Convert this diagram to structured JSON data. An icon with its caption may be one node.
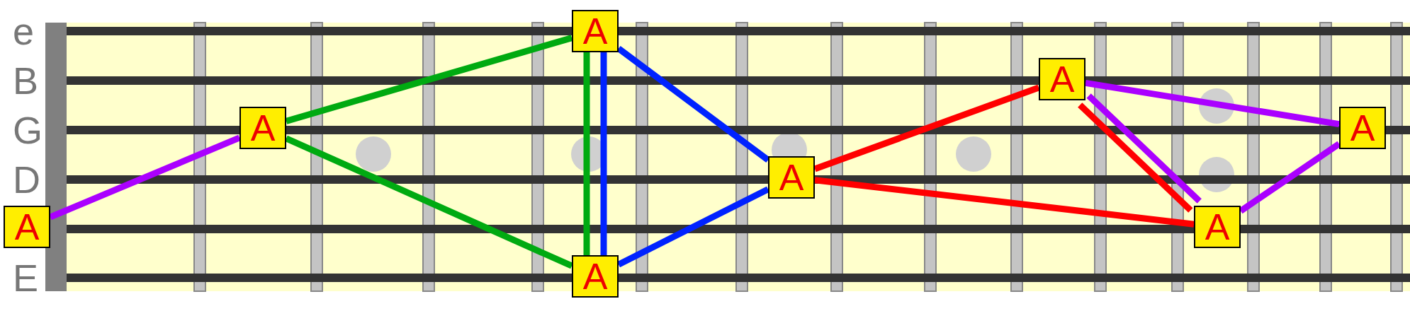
{
  "diagram": {
    "nodes": [
      {
        "text": [
          "A"
        ]
      },
      {
        "text": [
          "A"
        ]
      },
      {
        "text": [
          "A"
        ]
      },
      {
        "text": [
          "A"
        ]
      },
      {
        "text": [
          "A"
        ]
      },
      {
        "text": [
          "A"
        ]
      },
      {
        "text": [
          "A"
        ]
      },
      {
        "text": [
          "A"
        ]
      }
    ],
    "edges": [
      {
        "from": 0,
        "to": 1,
        "arrow": "none",
        "color": "#aa00ff"
      },
      {
        "from": 1,
        "to": 2,
        "arrow": "none",
        "color": "#00aa11"
      },
      {
        "from": 1,
        "to": 3,
        "arrow": "none",
        "color": "#00aa11"
      },
      {
        "from": 2,
        "to": 3,
        "arrow": "none",
        "color": "#00aa11"
      },
      {
        "from": 2,
        "to": 3,
        "arrow": "none",
        "color": "#0022ff"
      },
      {
        "from": 2,
        "to": 4,
        "arrow": "none",
        "color": "#0022ff"
      },
      {
        "from": 3,
        "to": 4,
        "arrow": "none",
        "color": "#0022ff"
      },
      {
        "from": 4,
        "to": 5,
        "arrow": "none",
        "color": "#ff0000"
      },
      {
        "from": 4,
        "to": 6,
        "arrow": "none",
        "color": "#ff0000"
      },
      {
        "from": 5,
        "to": 6,
        "arrow": "none",
        "color": "#ff0000"
      },
      {
        "from": 5,
        "to": 6,
        "arrow": "none",
        "color": "#aa00ff"
      },
      {
        "from": 5,
        "to": 7,
        "arrow": "none",
        "color": "#aa00ff"
      },
      {
        "from": 6,
        "to": 7,
        "arrow": "none",
        "color": "#aa00ff"
      }
    ],
    "labels": [
      "e",
      "B",
      "G",
      "D",
      "E"
    ]
  }
}
